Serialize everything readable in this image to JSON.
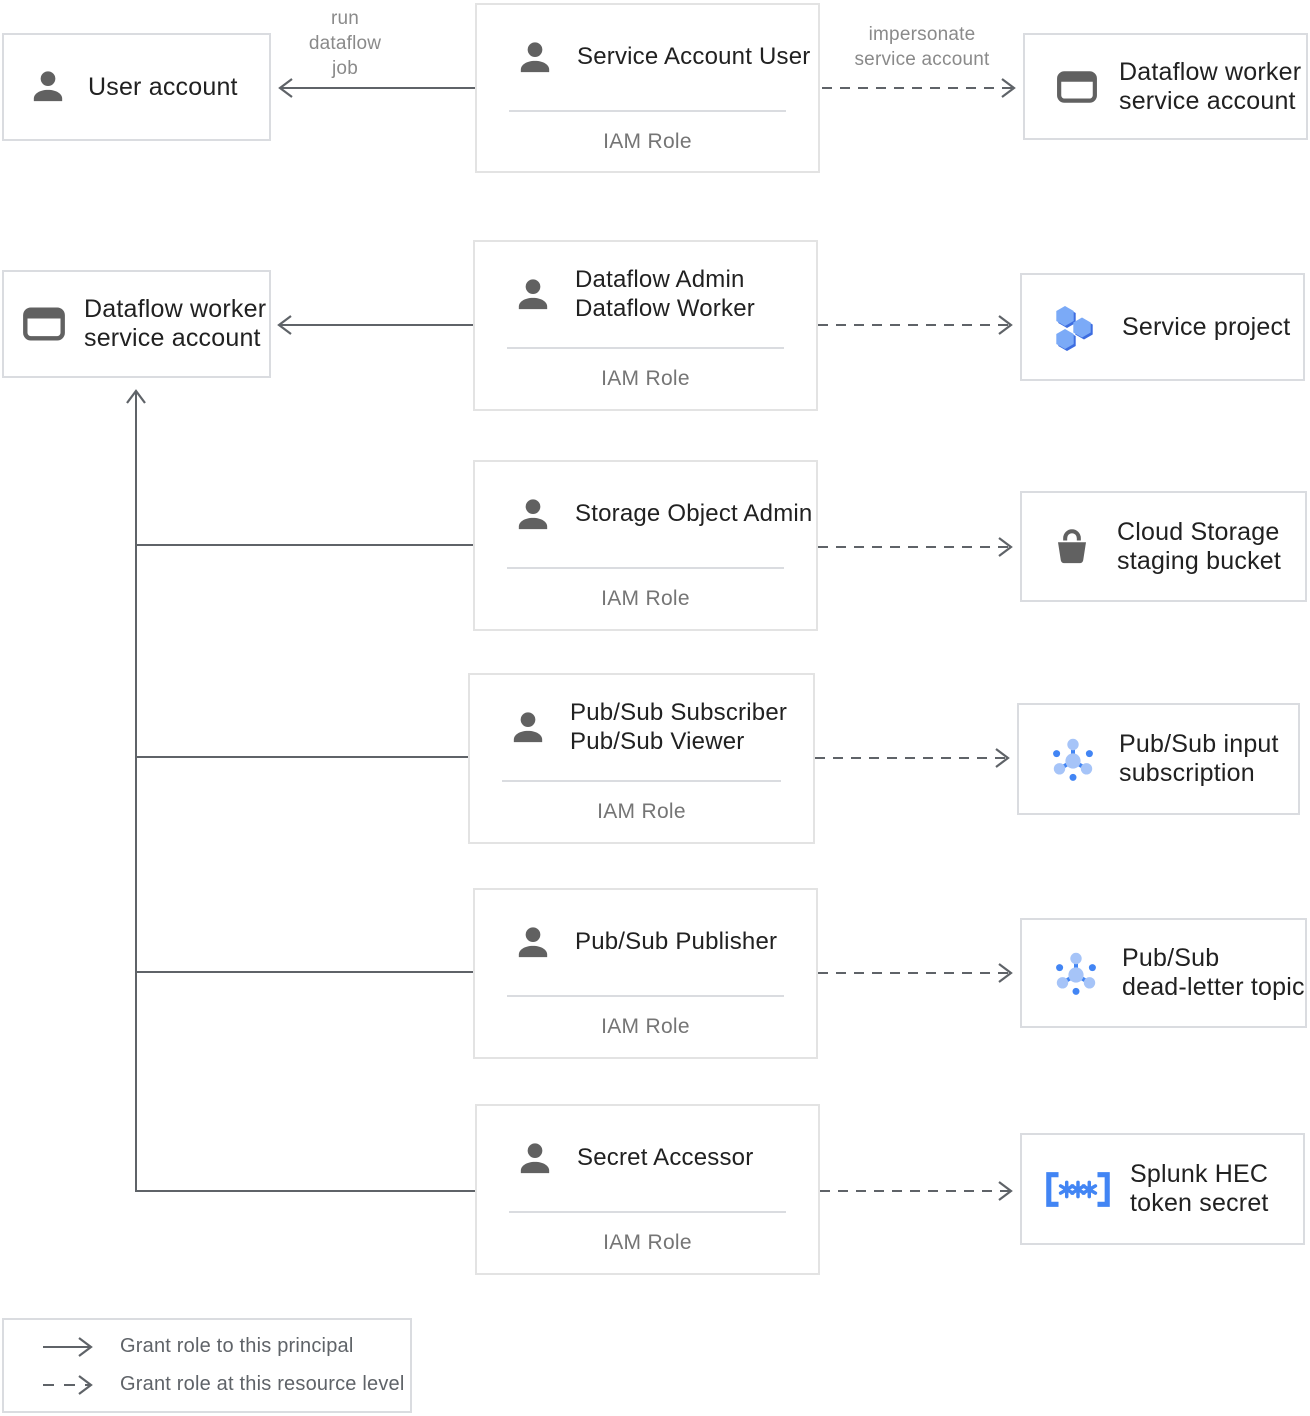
{
  "colors": {
    "connector_line": "#5f6368",
    "box_border": "#dadce0",
    "text_dark": "#212121",
    "text_muted": "#757575",
    "edge_label_gray": "#8a8a8a",
    "icon_gray": "#616161",
    "google_blue": "#4285f4",
    "light_blue": "#a6c4f8",
    "hexagon_blue": "#7baaf7",
    "hexagon_blue_dark": "#3d6de0"
  },
  "edge_labels": {
    "run_dataflow_job": "run\ndataflow\njob",
    "impersonate_service_account": "impersonate\nservice account"
  },
  "nodes": {
    "user_account": {
      "label": "User account",
      "icon": "person-icon"
    },
    "dataflow_worker_sa_top": {
      "label": "Dataflow worker\nservice account",
      "icon": "service-account-card-icon"
    },
    "dataflow_worker_sa_left": {
      "label": "Dataflow worker\nservice account",
      "icon": "service-account-card-icon"
    },
    "service_project": {
      "label": "Service project",
      "icon": "project-hexagons-icon"
    },
    "storage_bucket": {
      "label": "Cloud Storage\nstaging bucket",
      "icon": "storage-bucket-icon"
    },
    "pubsub_input": {
      "label": "Pub/Sub input\nsubscription",
      "icon": "pubsub-icon"
    },
    "pubsub_dead_letter": {
      "label": "Pub/Sub\ndead-letter topic",
      "icon": "pubsub-icon"
    },
    "splunk_secret": {
      "label": "Splunk HEC\ntoken secret",
      "icon": "secret-brackets-icon"
    }
  },
  "roles": [
    {
      "title": "Service Account User",
      "subtitle": "IAM Role",
      "icon": "person-icon"
    },
    {
      "title": "Dataflow Admin\nDataflow Worker",
      "subtitle": "IAM Role",
      "icon": "person-icon"
    },
    {
      "title": "Storage Object Admin",
      "subtitle": "IAM Role",
      "icon": "person-icon"
    },
    {
      "title": "Pub/Sub Subscriber\nPub/Sub Viewer",
      "subtitle": "IAM Role",
      "icon": "person-icon"
    },
    {
      "title": "Pub/Sub Publisher",
      "subtitle": "IAM Role",
      "icon": "person-icon"
    },
    {
      "title": "Secret Accessor",
      "subtitle": "IAM Role",
      "icon": "person-icon"
    }
  ],
  "legend": {
    "items": [
      {
        "label": "Grant role to this principal",
        "style": "solid"
      },
      {
        "label": "Grant role at this resource level",
        "style": "dashed"
      }
    ]
  }
}
